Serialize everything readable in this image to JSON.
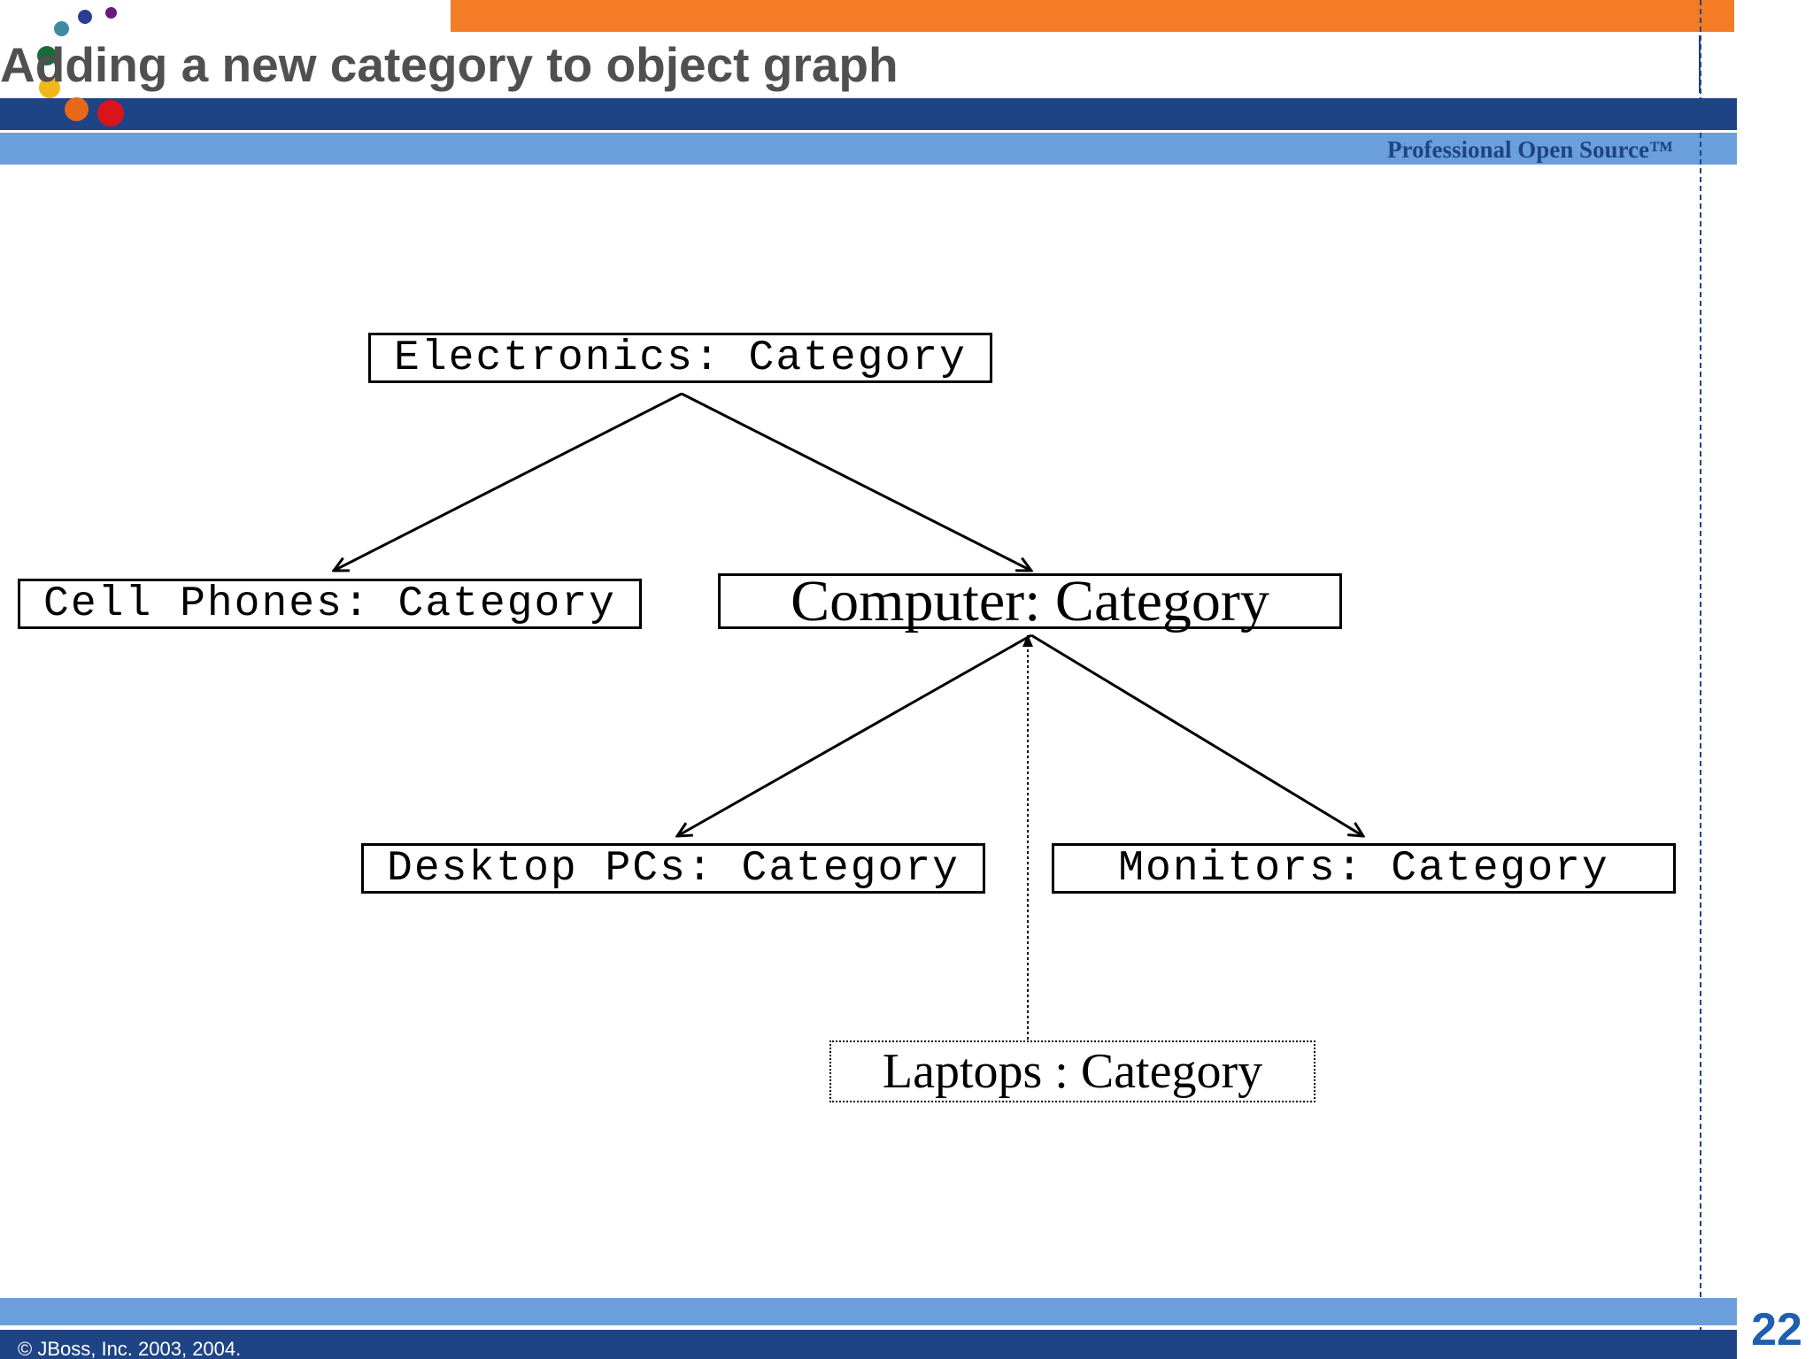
{
  "slide": {
    "title": "Adding a new category to object graph",
    "tagline": "Professional Open Source™",
    "copyright": "© JBoss, Inc. 2003, 2004.",
    "page_number": "22"
  },
  "logo_dots": [
    {
      "color": "#3f8aa0"
    },
    {
      "color": "#2c3e8f"
    },
    {
      "color": "#6a1a7a"
    },
    {
      "color": "#1b6b3a"
    },
    {
      "color": "#f2b81a"
    },
    {
      "color": "#e8681a"
    },
    {
      "color": "#d9141b"
    }
  ],
  "colors": {
    "orange_bar": "#f47c26",
    "navy_bar": "#1e4486",
    "light_blue_bar": "#6a9fdc",
    "title_text": "#505050",
    "page_number": "#1e5fae"
  },
  "diagram": {
    "nodes": [
      {
        "id": "electronics",
        "label": "Electronics: Category"
      },
      {
        "id": "cellphones",
        "label": "Cell Phones: Category"
      },
      {
        "id": "computer",
        "label": "Computer: Category"
      },
      {
        "id": "desktops",
        "label": "Desktop PCs: Category"
      },
      {
        "id": "monitors",
        "label": "Monitors: Category"
      },
      {
        "id": "laptops",
        "label": "Laptops : Category"
      }
    ],
    "edges": [
      {
        "from": "electronics",
        "to": "cellphones",
        "style": "solid",
        "arrow": "open"
      },
      {
        "from": "electronics",
        "to": "computer",
        "style": "solid",
        "arrow": "open"
      },
      {
        "from": "computer",
        "to": "desktops",
        "style": "solid",
        "arrow": "open"
      },
      {
        "from": "computer",
        "to": "monitors",
        "style": "solid",
        "arrow": "open"
      },
      {
        "from": "laptops",
        "to": "computer",
        "style": "dotted",
        "arrow": "filled"
      }
    ]
  }
}
